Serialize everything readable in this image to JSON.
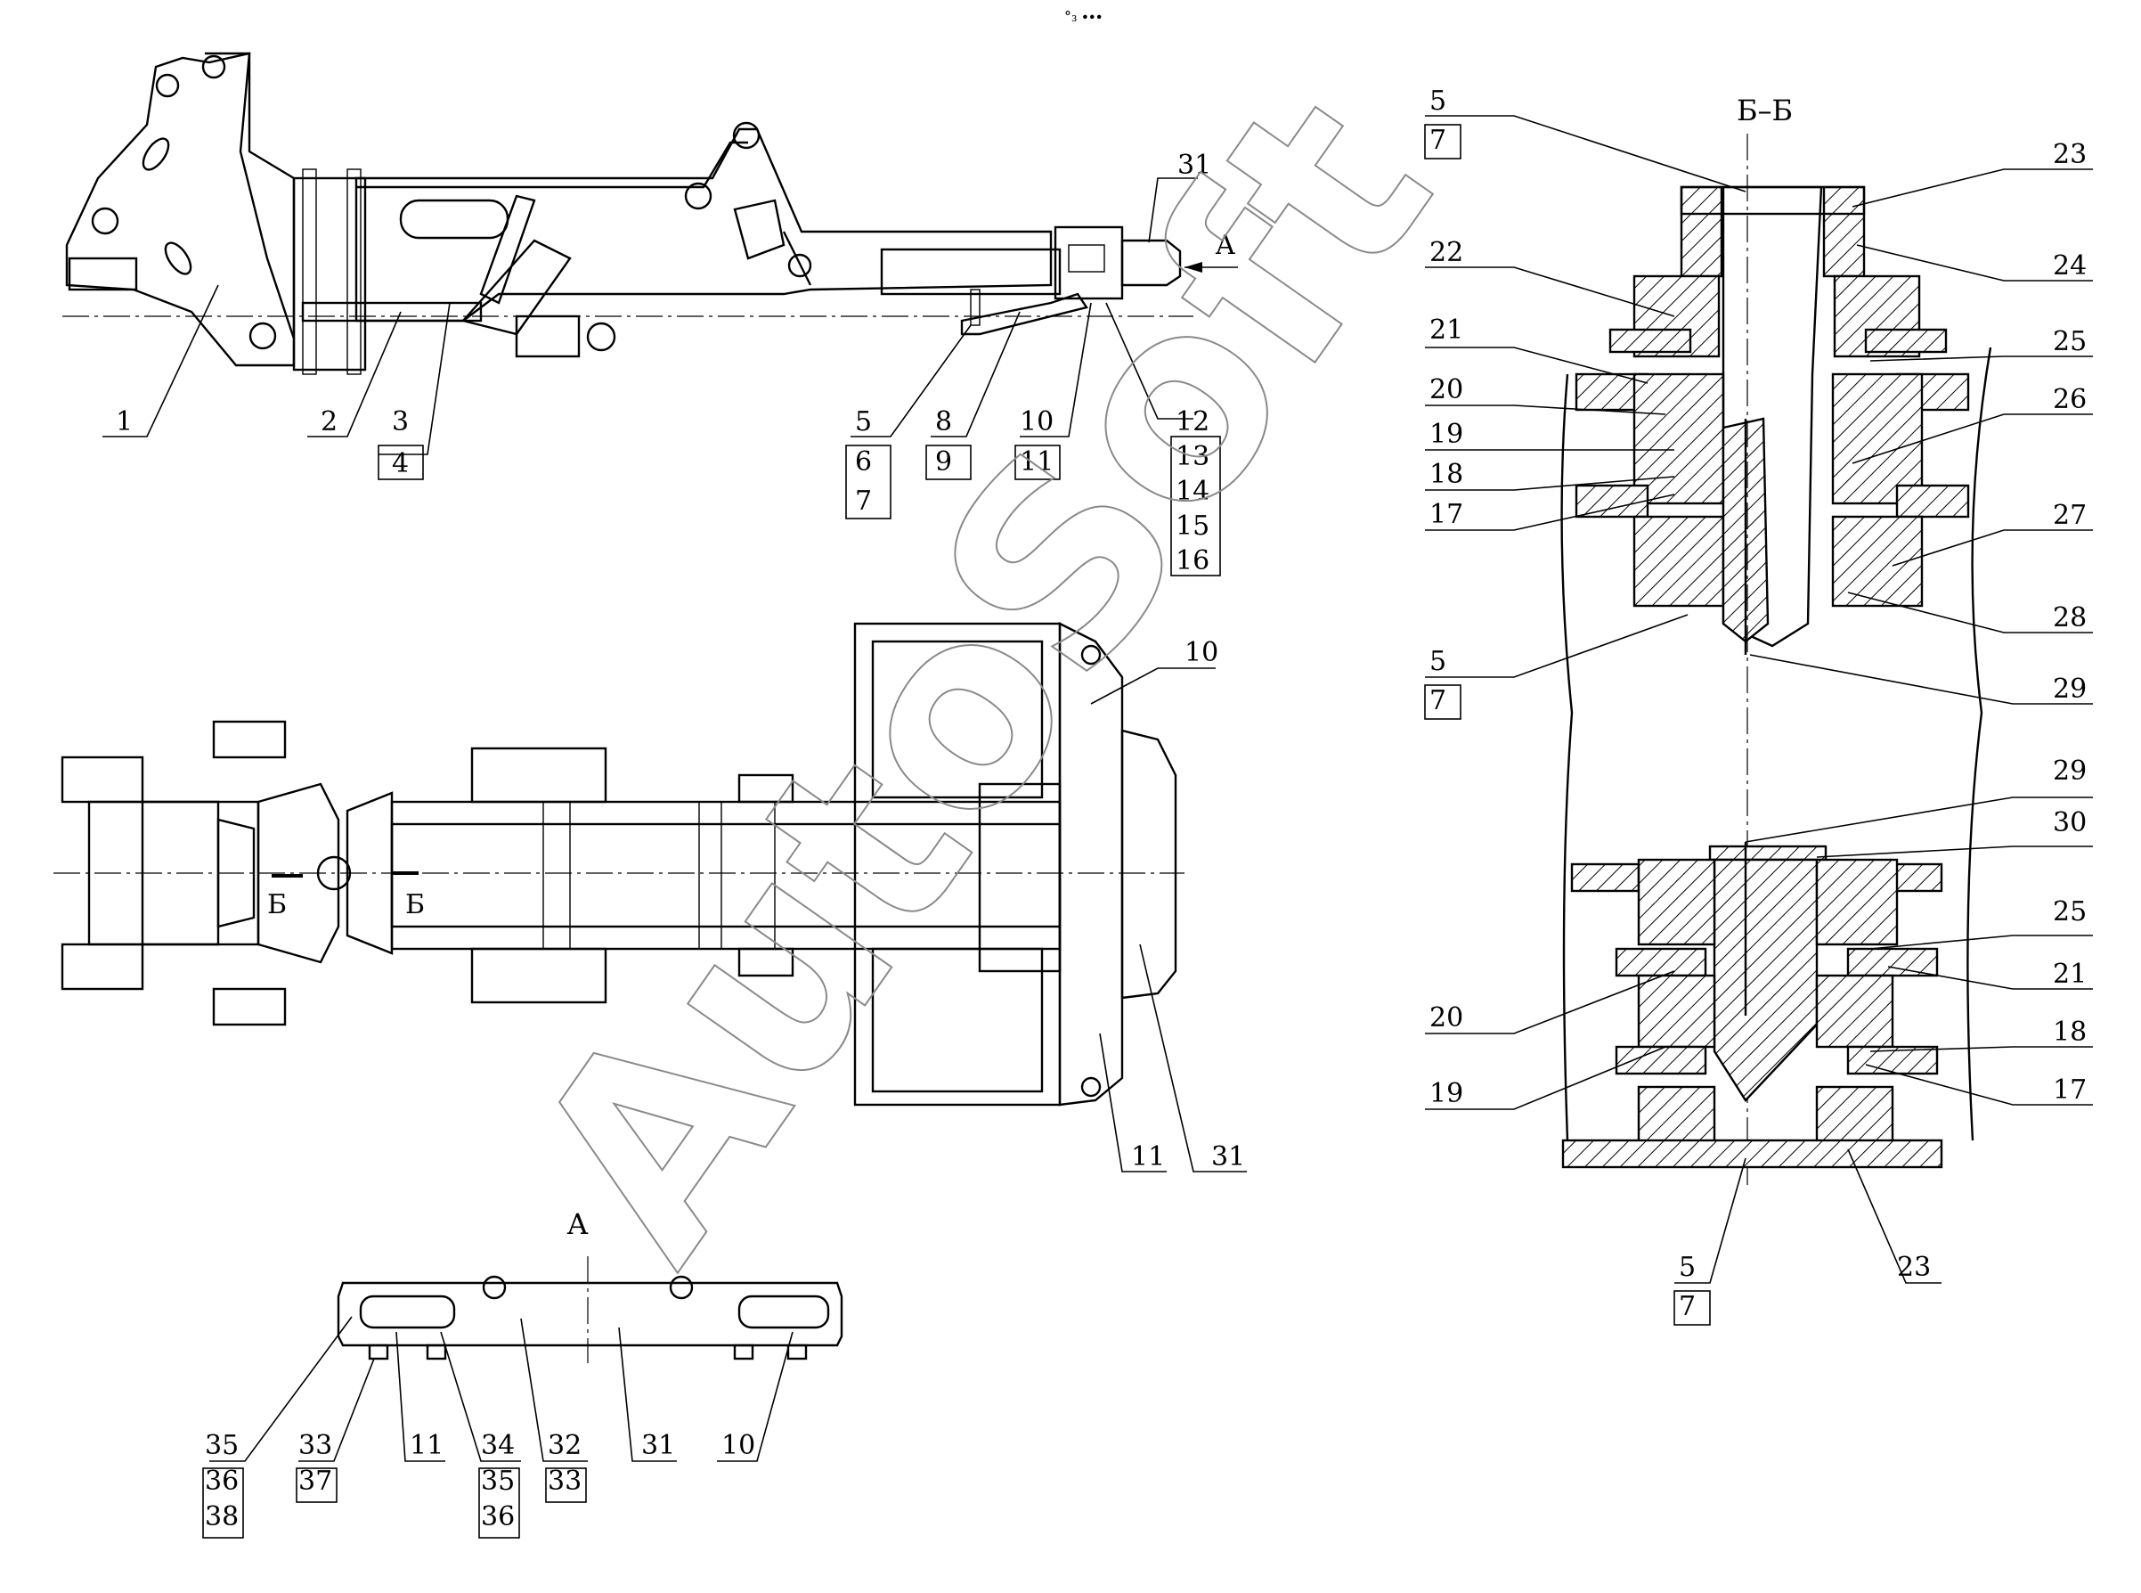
{
  "watermark": "AutoSoft",
  "top_mark": "°₃ ∙∙∙",
  "views": {
    "side": {
      "labels": [
        "1",
        "2",
        "3",
        "4",
        "5",
        "6",
        "7",
        "8",
        "9",
        "10",
        "11",
        "12",
        "13",
        "14",
        "15",
        "16",
        "31"
      ],
      "arrow_label": "A"
    },
    "plan": {
      "labels": [
        "10",
        "11",
        "31"
      ],
      "section_mark": "Б"
    },
    "view_a": {
      "title": "A",
      "labels": [
        "35",
        "36",
        "38",
        "33",
        "37",
        "11",
        "34",
        "35",
        "36",
        "32",
        "33",
        "31",
        "10"
      ]
    },
    "section": {
      "title": "Б–Б",
      "labels": [
        "5",
        "7",
        "23",
        "22",
        "24",
        "21",
        "25",
        "20",
        "26",
        "19",
        "18",
        "17",
        "27",
        "28",
        "5",
        "7",
        "29",
        "29",
        "30",
        "25",
        "21",
        "20",
        "18",
        "19",
        "17",
        "5",
        "7",
        "23"
      ]
    }
  }
}
